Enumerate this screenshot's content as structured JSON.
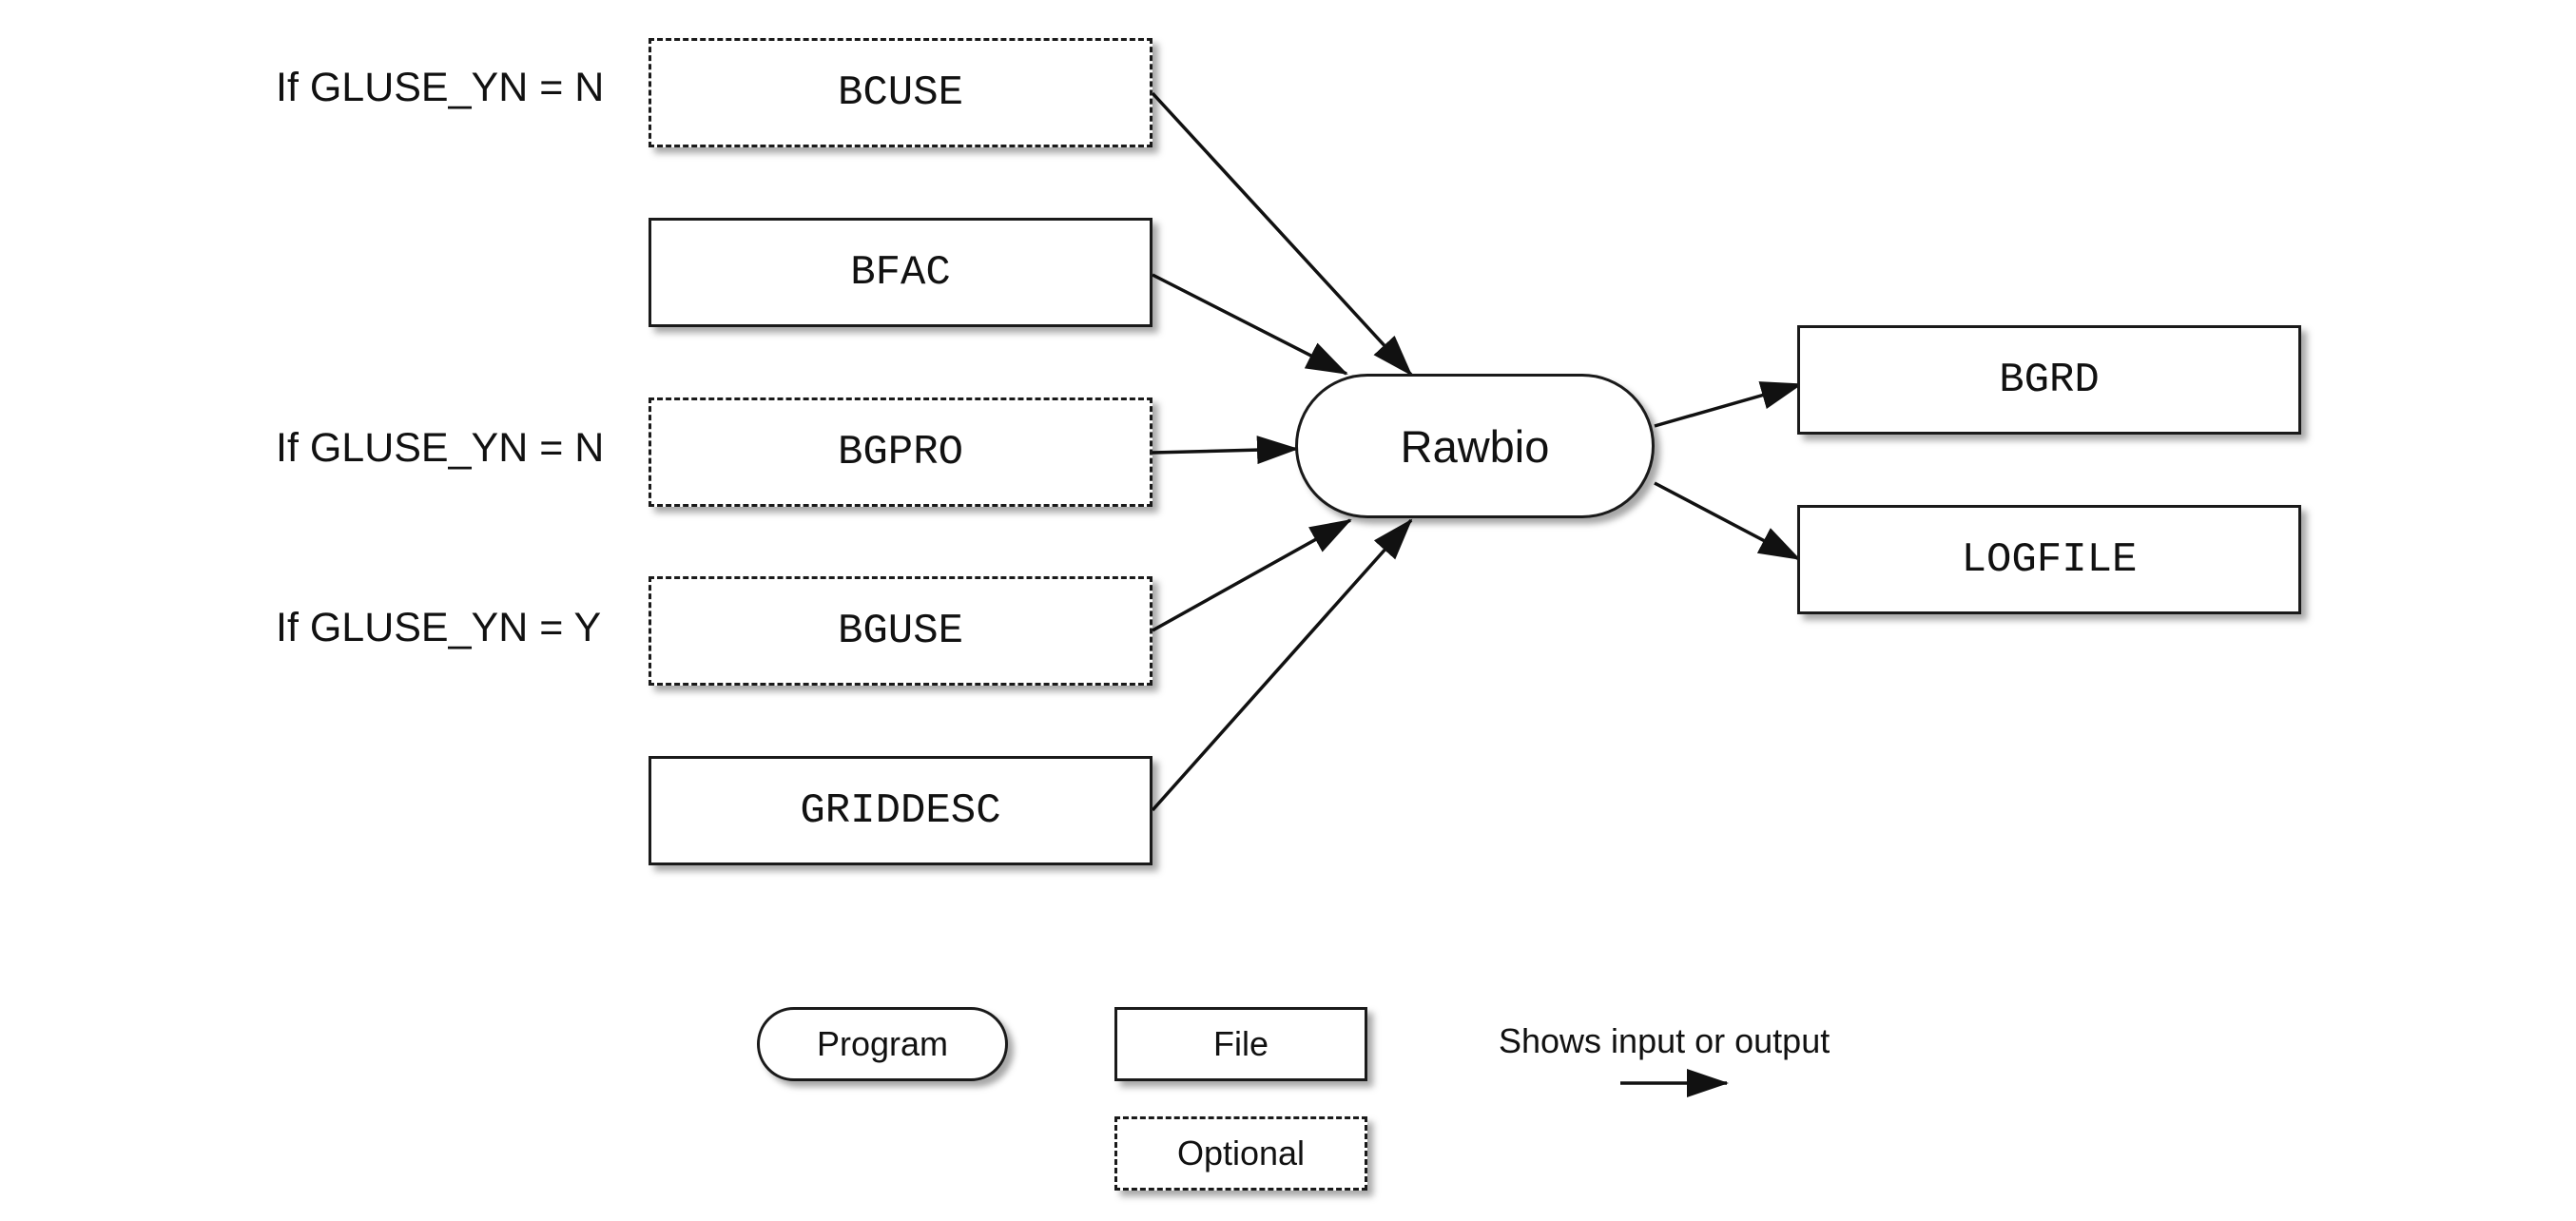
{
  "inputs": [
    {
      "label": "BCUSE",
      "condition": "If GLUSE_YN = N",
      "optional": true
    },
    {
      "label": "BFAC",
      "condition": "",
      "optional": false
    },
    {
      "label": "BGPRO",
      "condition": "If GLUSE_YN = N",
      "optional": true
    },
    {
      "label": "BGUSE",
      "condition": "If GLUSE_YN = Y",
      "optional": true
    },
    {
      "label": "GRIDDESC",
      "condition": "",
      "optional": false
    }
  ],
  "program": {
    "label": "Rawbio"
  },
  "outputs": [
    {
      "label": "BGRD"
    },
    {
      "label": "LOGFILE"
    }
  ],
  "legend": {
    "program": "Program",
    "file": "File",
    "optional": "Optional",
    "arrow": "Shows input or output"
  },
  "colors": {
    "stroke": "#1a1a1a",
    "fill": "#ffffff"
  }
}
